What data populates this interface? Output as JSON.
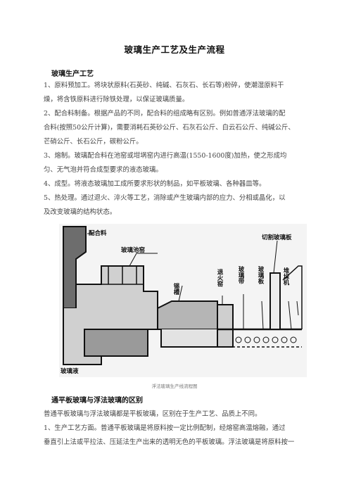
{
  "doc": {
    "title": "玻璃生产工艺及生产流程",
    "section1_heading": "玻璃生产工艺",
    "items": [
      "1、原料预加工。将块状原料(石英砂、纯碱、石灰石、长石等)粉碎，使潮湿原料干",
      "燥，将含铁原料进行除铁处理，以保证玻璃质量。",
      "2、配合料制备。根据产品的不同，配合料的组成略有区别。例如普通浮法玻璃的配",
      "合料(按照50公斤计算)，需要消耗石英砂公斤、石灰石公斤、白云石公斤、纯碱公斤、",
      "芒硝公斤、长石公斤，碳粉公斤。",
      "3、熔制。玻璃配合料在池窑或坩埚窑内进行高温(1550-1600度)加热，使之形成均",
      "匀、无气泡并符合成型要求的液态玻璃。",
      "4、成型。将液态玻璃加工成所要求形状的制品，如平板玻璃、各种器皿等。",
      "5、热处理。通过退火、淬火等工艺，消除或产生玻璃内部的应力、分相或晶化，以",
      "及改变玻璃的结构状态。"
    ],
    "figure_labels": {
      "batch": "配合料",
      "furnace": "玻璃池窑",
      "tin_bath": "锡槽",
      "annealing": "退火窑",
      "glass_ribbon_mid": "玻璃带",
      "cut_glass": "切割玻璃板",
      "glass_plate": "玻璃板",
      "stacker": "堆垛机",
      "glass_liquid": "玻璃液"
    },
    "figure_caption": "浮法玻璃生产线流程图",
    "section2_heading": "通平板玻璃与浮法玻璃的区别",
    "tail_lines": [
      "普通平板玻璃与浮法玻璃都是平板玻璃，区别在于生产工艺、品质上不同。",
      "1、生产工艺方面。普通平板玻璃是将原料按一定比例配制，经熔窑高温熔融，通过",
      "垂直引上法或平拉法、压延法生产出来的透明无色的平板玻璃。浮法玻璃是将原料按一"
    ]
  }
}
